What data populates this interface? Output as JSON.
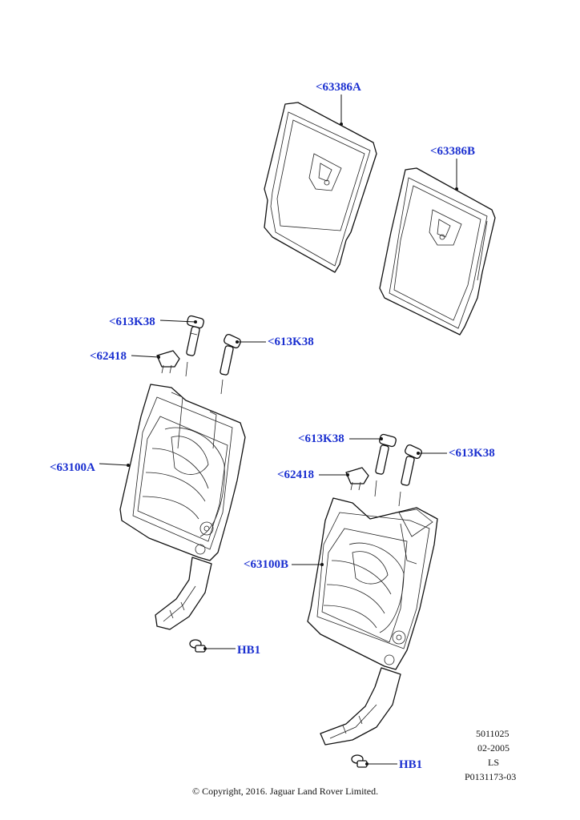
{
  "callouts": {
    "headrest_cover_a": "<63386A",
    "headrest_cover_b": "<63386B",
    "guide_left_1": "<613K38",
    "guide_left_2": "<613K38",
    "cap_left": "<62418",
    "frame_a": "<63100A",
    "guide_right_1": "<613K38",
    "guide_right_2": "<613K38",
    "cap_right": "<62418",
    "frame_b": "<63100B",
    "bolt_left": "HB1",
    "bolt_right": "HB1"
  },
  "meta": {
    "code": "5011025",
    "date": "02-2005",
    "initials": "LS",
    "part_ref": "P0131173-03"
  },
  "copyright": "© Copyright, 2016. Jaguar Land Rover Limited.",
  "colors": {
    "callout": "#1a2fd0",
    "line": "#111111"
  }
}
